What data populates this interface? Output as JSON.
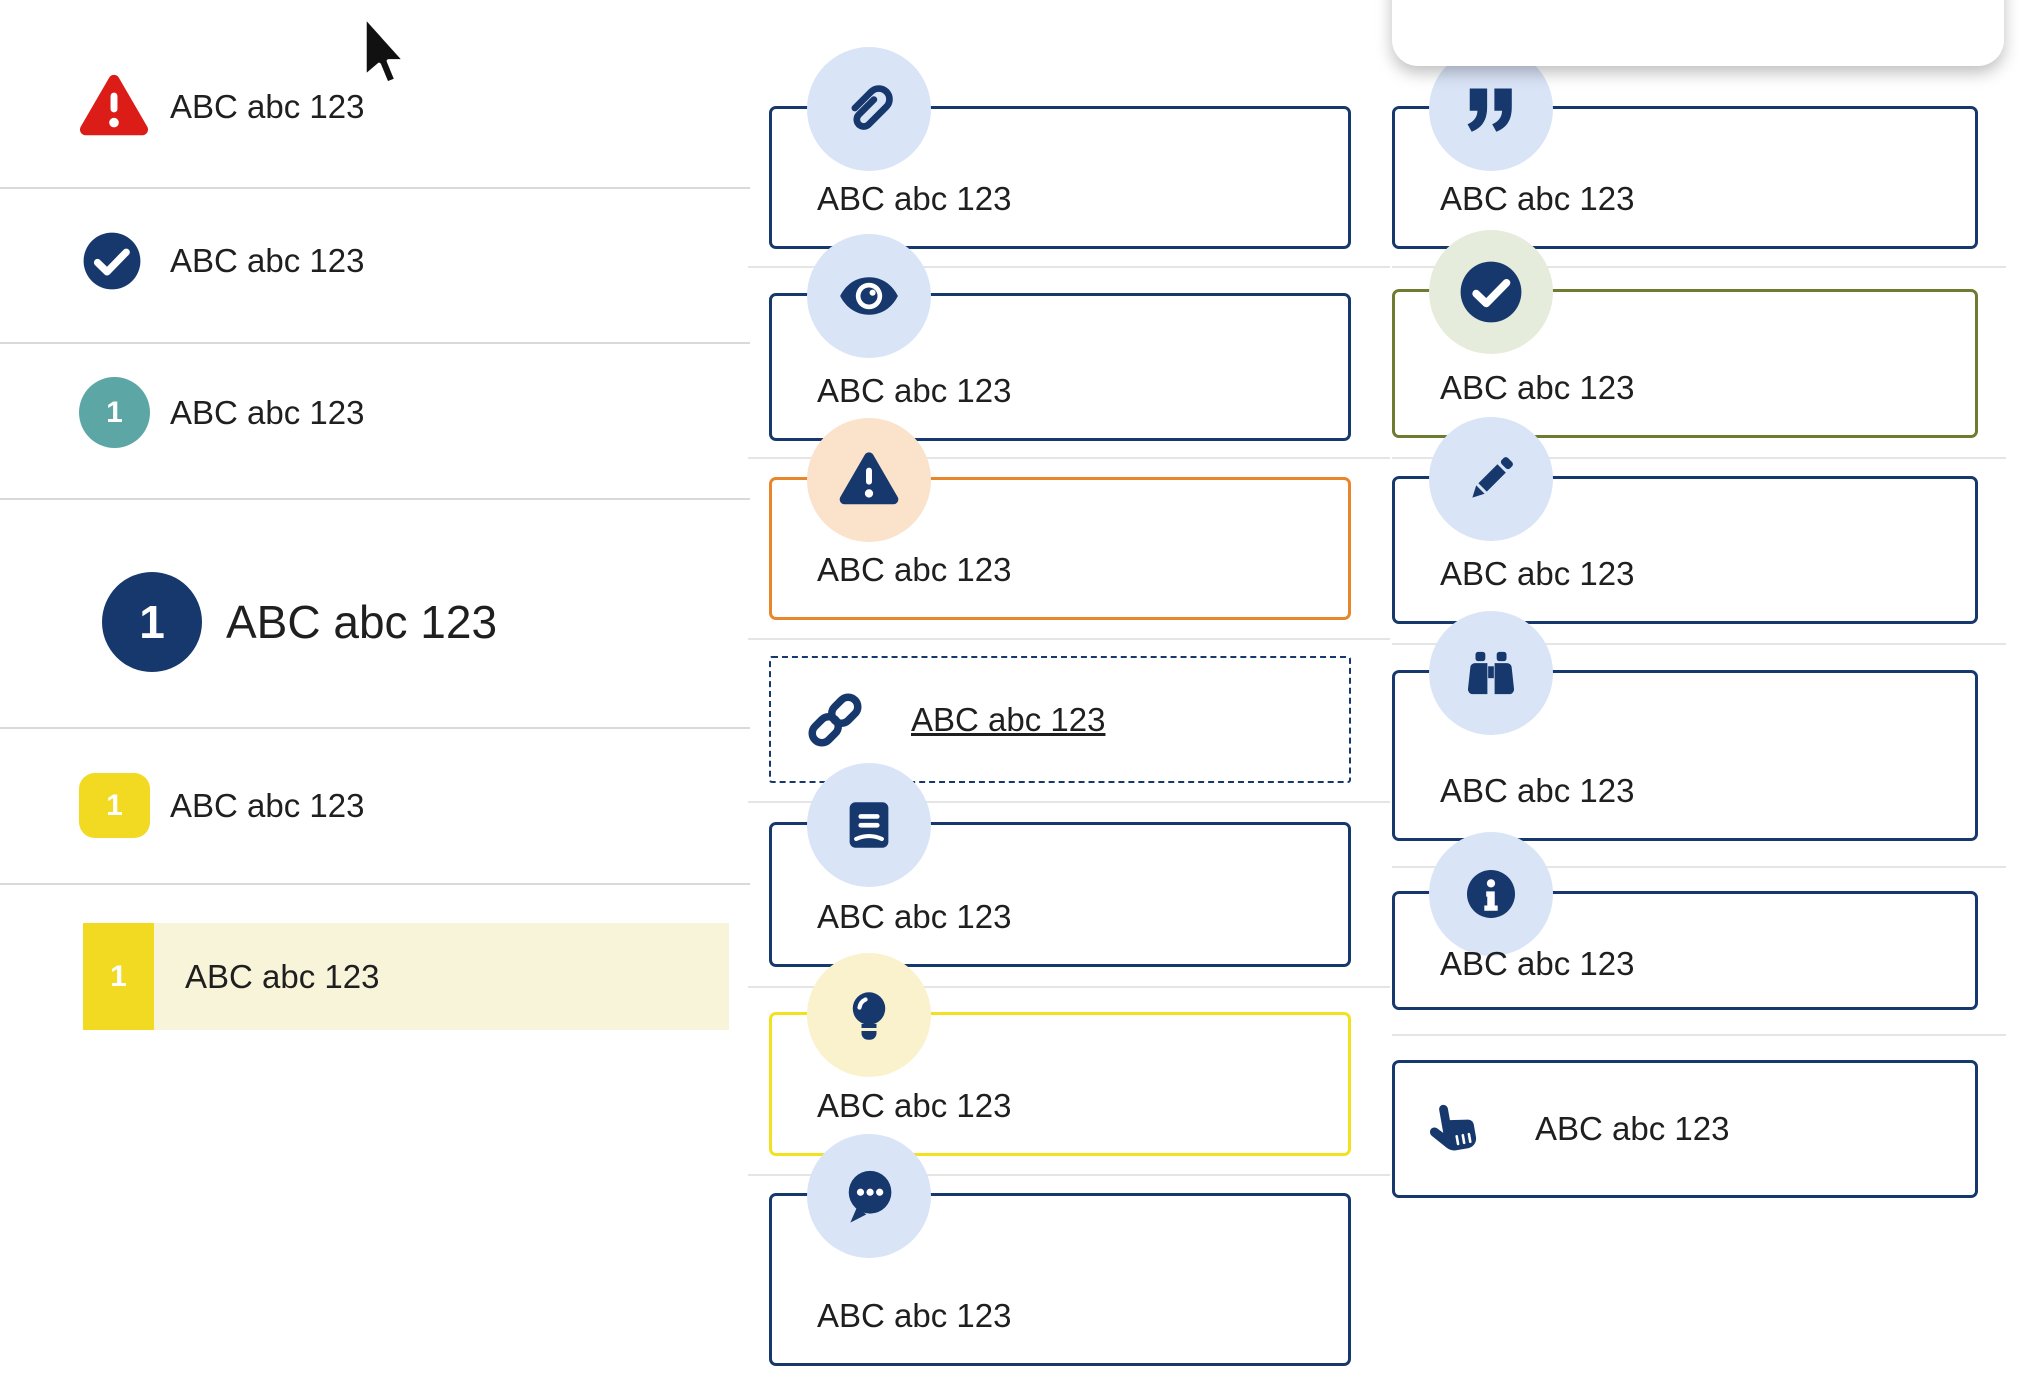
{
  "colors": {
    "navy": "#17386d",
    "red": "#dc1c17",
    "teal": "#5da6a6",
    "orange_border": "#e8862b",
    "olive_border": "#6e7c31",
    "yellow_border": "#f2e11f",
    "yellow_badge": "#f2d922",
    "highlight_row_bg": "#f8f4d9",
    "icon_circle_blue": "#d9e4f7",
    "icon_circle_peach": "#fbe2ca",
    "icon_circle_sage": "#e6ecdb",
    "icon_circle_cream": "#faf2cd",
    "text": "#1f1f1f",
    "divider": "#d9d9d9"
  },
  "cursor": {
    "icon": "mouse-pointer-icon"
  },
  "scrolled_card": {
    "description": "bottom edge of card scrolled out of view"
  },
  "left_list": {
    "items": [
      {
        "icon": "alert-triangle-icon",
        "text": "ABC abc 123"
      },
      {
        "icon": "check-circle-icon",
        "text": "ABC abc 123"
      },
      {
        "icon": "number-badge-teal",
        "badge": "1",
        "text": "ABC abc 123"
      },
      {
        "icon": "number-badge-navy-large",
        "badge": "1",
        "text": "ABC abc 123"
      },
      {
        "icon": "number-badge-yellow",
        "badge": "1",
        "text": "ABC abc 123"
      },
      {
        "icon": "number-badge-yellow-square",
        "badge": "1",
        "text": "ABC abc 123",
        "highlighted": true
      }
    ]
  },
  "middle_column": {
    "items": [
      {
        "icon": "paperclip-icon",
        "variant": "navy",
        "text": "ABC abc 123"
      },
      {
        "icon": "eye-icon",
        "variant": "navy",
        "text": "ABC abc 123"
      },
      {
        "icon": "warning-triangle-icon",
        "variant": "orange",
        "text": "ABC abc 123"
      },
      {
        "icon": "link-icon",
        "variant": "dashed",
        "text": "ABC abc 123",
        "is_link": true
      },
      {
        "icon": "book-icon",
        "variant": "navy",
        "text": "ABC abc 123"
      },
      {
        "icon": "lightbulb-icon",
        "variant": "yellow",
        "text": "ABC abc 123"
      },
      {
        "icon": "chat-bubble-icon",
        "variant": "navy",
        "text": "ABC abc 123"
      }
    ]
  },
  "right_column": {
    "items": [
      {
        "icon": "quote-icon",
        "variant": "navy",
        "text": "ABC abc 123"
      },
      {
        "icon": "check-circle-icon",
        "variant": "green",
        "text": "ABC abc 123"
      },
      {
        "icon": "pencil-icon",
        "variant": "navy",
        "text": "ABC abc 123"
      },
      {
        "icon": "binoculars-icon",
        "variant": "navy",
        "text": "ABC abc 123"
      },
      {
        "icon": "info-circle-icon",
        "variant": "navy",
        "text": "ABC abc 123"
      },
      {
        "icon": "hand-pointer-icon",
        "variant": "navy-inline",
        "text": "ABC abc 123"
      }
    ]
  }
}
